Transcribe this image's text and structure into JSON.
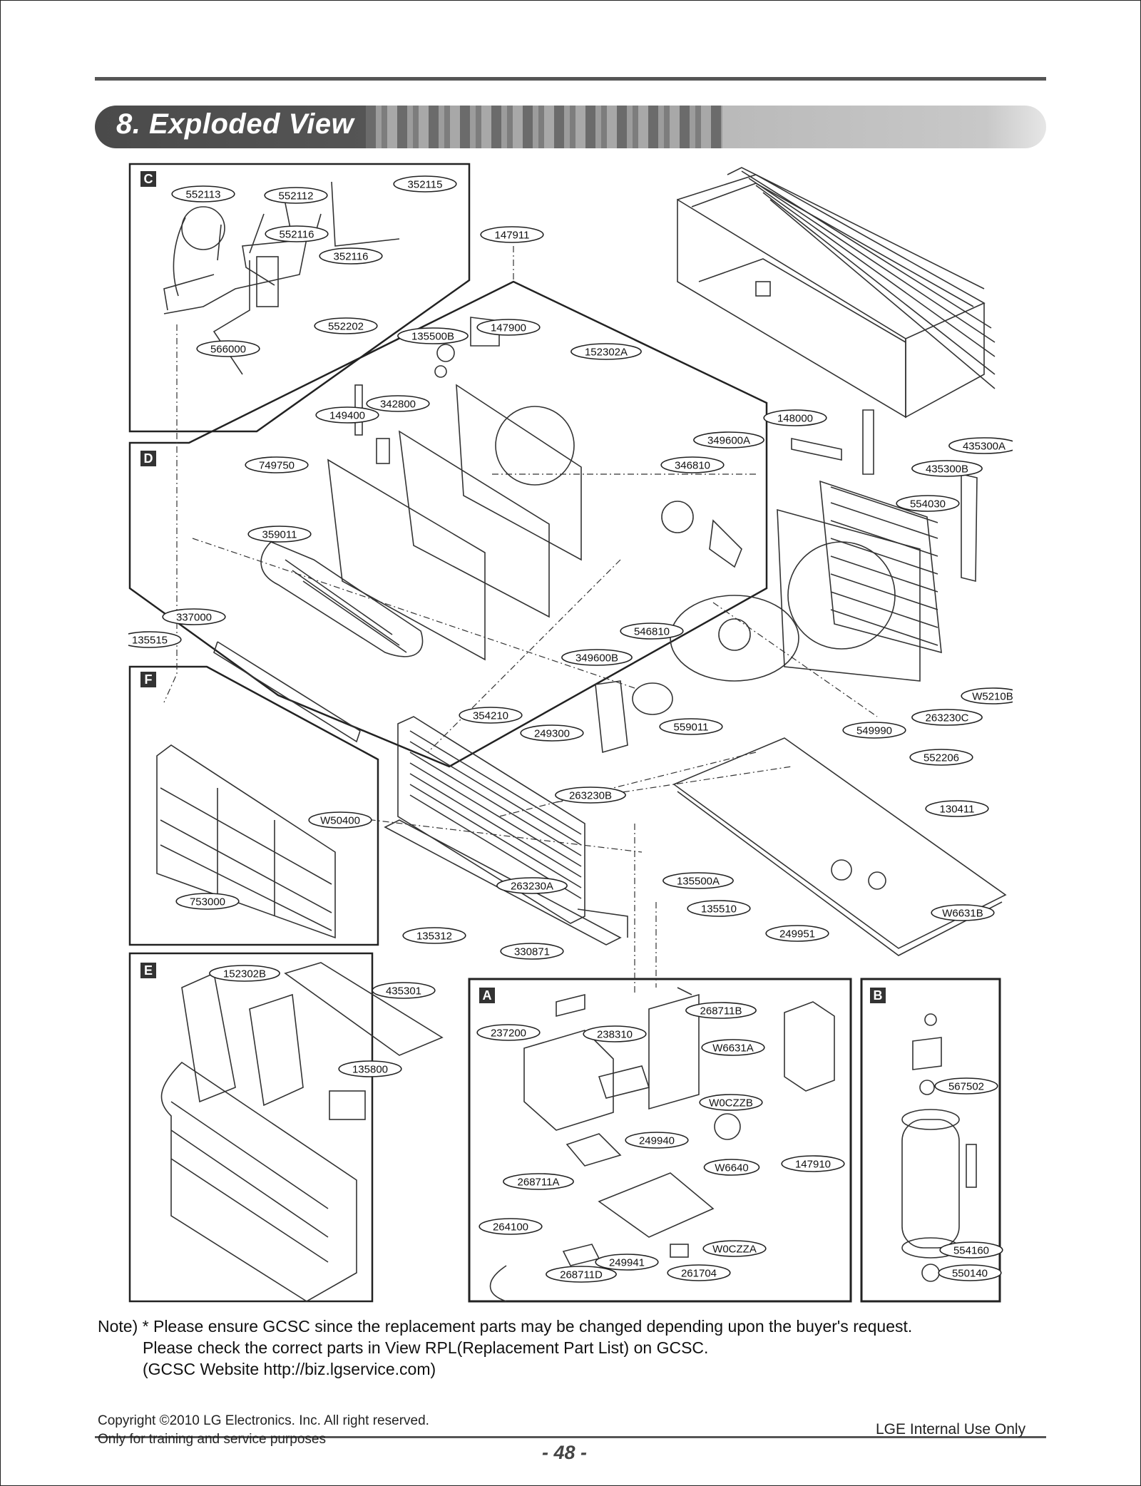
{
  "header": {
    "title": "8. Exploded View"
  },
  "sections": {
    "A": "A",
    "B": "B",
    "C": "C",
    "D": "D",
    "E": "E",
    "F": "F"
  },
  "part_numbers": [
    "552113",
    "552112",
    "352115",
    "552116",
    "352116",
    "147911",
    "552202",
    "566000",
    "135500B",
    "147900",
    "152302A",
    "342800",
    "149400",
    "148000",
    "349600A",
    "346810",
    "435300A",
    "435300B",
    "749750",
    "554030",
    "359011",
    "337000",
    "135515",
    "546810",
    "349600B",
    "W5210B",
    "263230C",
    "354210",
    "249300",
    "559011",
    "549990",
    "552206",
    "263230B",
    "130411",
    "W50400",
    "263230A",
    "135500A",
    "753000",
    "135510",
    "W6631B",
    "135312",
    "249951",
    "330871",
    "152302B",
    "435301",
    "268711B",
    "237200",
    "238310",
    "W6631A",
    "567502",
    "135800",
    "W0CZZB",
    "249940",
    "147910",
    "W6640",
    "268711A",
    "264100",
    "W0CZZA",
    "249941",
    "554160",
    "268711D",
    "261704",
    "550140"
  ],
  "note": {
    "line1": "Note) * Please ensure GCSC since the replacement parts may be changed depending upon the buyer's request.",
    "line2": "Please check  the correct parts in View RPL(Replacement Part List) on GCSC.",
    "line3": "(GCSC Website  http://biz.lgservice.com)"
  },
  "footer": {
    "copyright": "Copyright ©2010 LG Electronics. Inc. All right reserved.",
    "purpose": "Only for training and service purposes",
    "page_number": "- 48 -",
    "internal": "LGE Internal Use Only"
  }
}
